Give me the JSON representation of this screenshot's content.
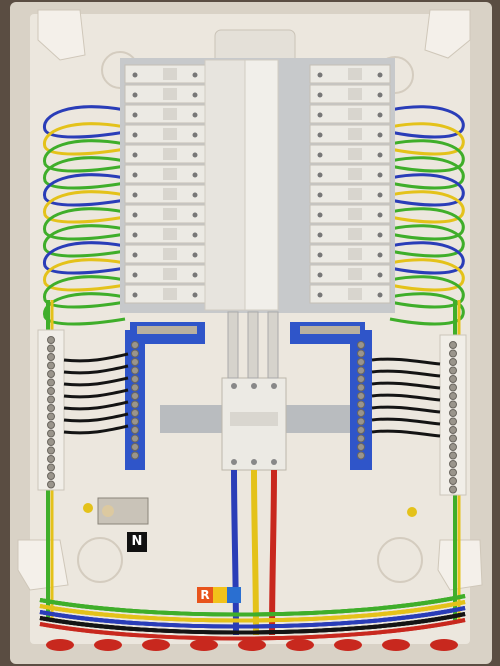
{
  "labels": {
    "neutral": "N",
    "phase_r": "R",
    "phase_s": "",
    "phase_t": ""
  },
  "colors": {
    "enclosure": "#e6e0d6",
    "din_rail": "#b9bcbf",
    "breaker": "#eceae4",
    "neutral_wire": "#2a3db8",
    "ground_wire": "#3fae2a",
    "earth_yellow": "#e4c21a",
    "phase_red": "#c8281e",
    "phase_black": "#141414",
    "bus_blue": "#2f55c9"
  },
  "counts": {
    "left_breakers": 12,
    "right_breakers": 12,
    "main_breaker_poles": 3
  }
}
